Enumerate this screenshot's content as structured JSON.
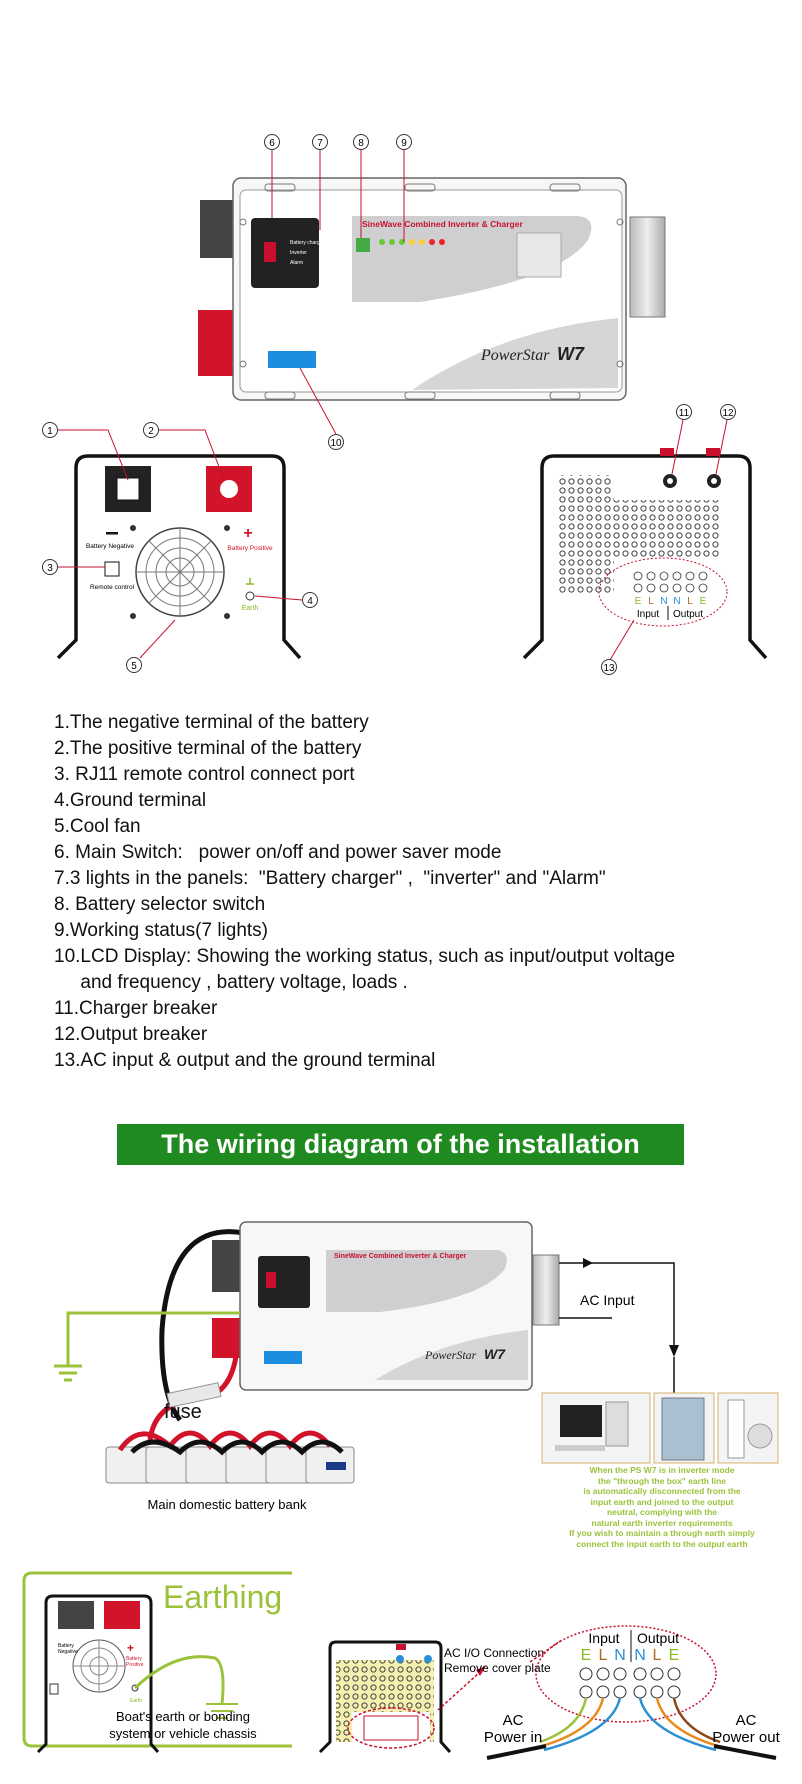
{
  "diagram": {
    "callouts": [
      "1",
      "2",
      "3",
      "4",
      "5",
      "6",
      "7",
      "8",
      "9",
      "10",
      "11",
      "12",
      "13"
    ],
    "front_panel": {
      "header": "SineWave Combined Inverter & Charger",
      "brand": "PowerStar",
      "model": "W7",
      "left_labels": [
        "Battery charger",
        "Inverter",
        "Alarm"
      ]
    },
    "side_view": {
      "battery_negative": "Battery Negative",
      "battery_positive": "Battery Positive",
      "remote_control": "Remote control",
      "earth": "Earth",
      "terminal_letters": [
        "E",
        "L",
        "N",
        "N",
        "L",
        "E"
      ],
      "input_label": "Input",
      "output_label": "Output"
    }
  },
  "descriptions": [
    "1.The negative terminal of the battery",
    "2.The positive terminal of the battery",
    "3. RJ11 remote control connect port",
    "4.Ground terminal",
    "5.Cool fan",
    "6. Main Switch:   power on/off and power saver mode",
    "7.3 lights in the panels:  \"Battery charger\" ,  \"inverter\" and \"Alarm\"",
    "8. Battery selector switch",
    "9.Working status(7 lights)",
    "10.LCD Display: Showing the working status, such as input/output voltage",
    "     and frequency , battery voltage, loads .",
    "11.Charger breaker",
    "12.Output breaker",
    "13.AC input & output and the ground terminal"
  ],
  "banner": "The wiring diagram of the installation",
  "wiring": {
    "fuse": "fuse",
    "battery_bank": "Main domestic battery bank",
    "ac_input": "AC Input",
    "note_lines": [
      "When the PS W7 is in inverter mode",
      "the  \"through the box\" earth line",
      "is automatically disconnected from the",
      "input earth and joined to the output",
      "neutral, complying with the",
      "natural earth inverter requirements",
      "If you wish to maintain a through earth simply",
      "connect the input earth to the output earth"
    ]
  },
  "earthing": {
    "title": "Earthing",
    "chassis_line1": "Boat's earth or bonding",
    "chassis_line2": "system or vehicle chassis",
    "ac_io_line1": "AC  I/O Connection",
    "ac_io_line2": "Remove cover plate",
    "input": "Input",
    "output": "Output",
    "letters": [
      "E",
      "L",
      "N",
      "N",
      "L",
      "E"
    ],
    "ac_power_in_1": "AC",
    "ac_power_in_2": "Power in",
    "ac_power_out_1": "AC",
    "ac_power_out_2": "Power out"
  },
  "colors": {
    "banner_green": "#1f8a1f",
    "accent_red": "#cc1f2a",
    "earth_green": "#9bc23a",
    "wire_blue": "#2a8fd4",
    "wire_orange": "#e98a1a",
    "wire_brown": "#8a4a1a"
  }
}
